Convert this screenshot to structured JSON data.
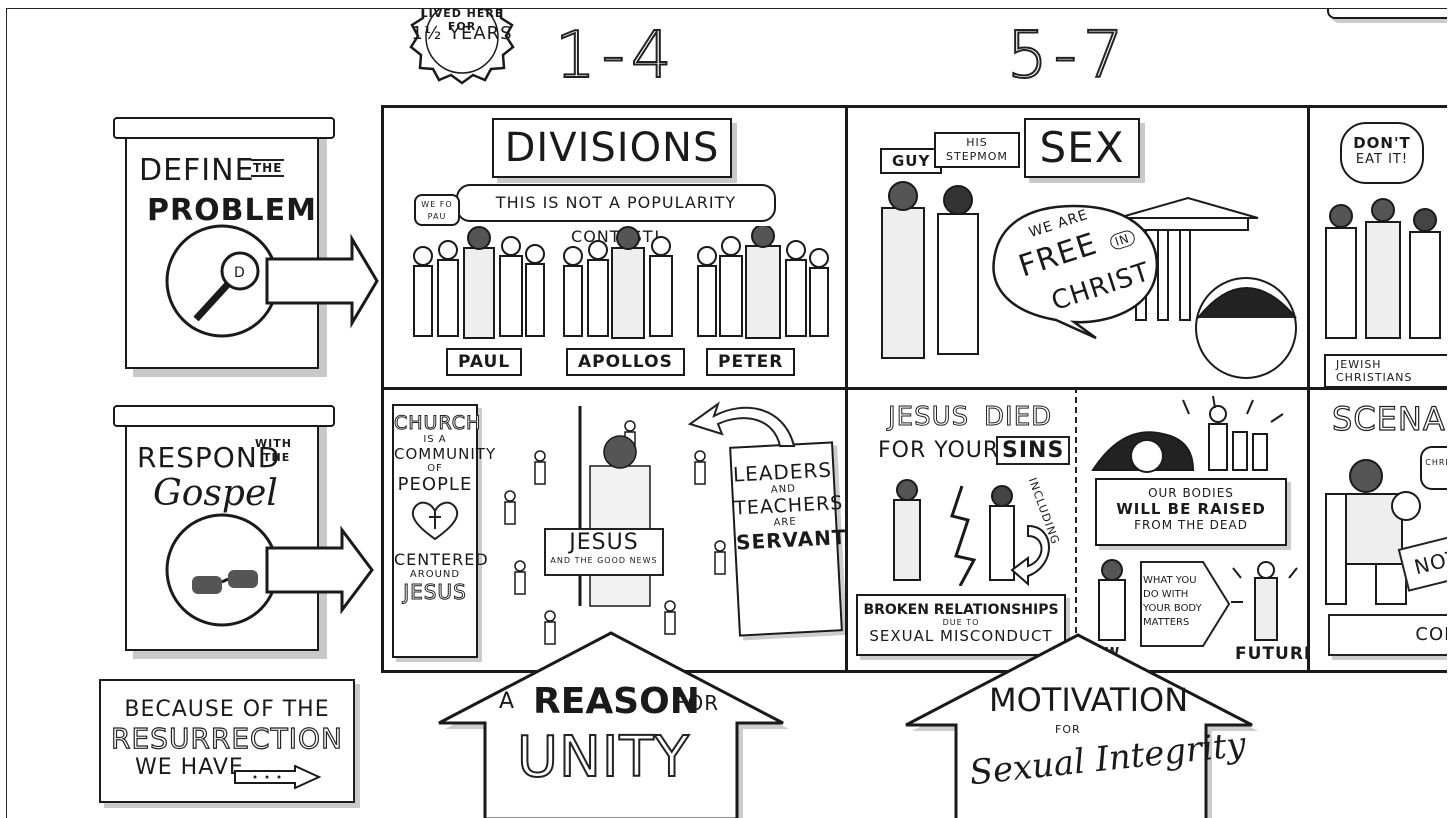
{
  "header": {
    "badge_line1": "LIVED HERE FOR",
    "badge_line2": "1½ YEARS",
    "range_a": "1-4",
    "range_b": "5-7"
  },
  "left": {
    "define": {
      "line1": "DEFINE",
      "the": "THE",
      "line2": "PROBLEM"
    },
    "respond": {
      "line1": "RESPOND",
      "with": "WITH",
      "the": "THE",
      "line2": "Gospel"
    },
    "because": {
      "line1": "BECAUSE OF THE",
      "line2": "RESURRECTION",
      "line3": "WE HAVE"
    }
  },
  "divisions": {
    "title": "DIVISIONS",
    "speech": "THIS IS NOT A POPULARITY CONTEST!",
    "small_bubble": "WE FO PAU",
    "tag_paul": "PAUL",
    "tag_apollos": "APOLLOS",
    "tag_peter": "PETER"
  },
  "sex": {
    "title": "SEX",
    "tag_guy": "GUY",
    "tag_stepmom_1": "HIS",
    "tag_stepmom_2": "STEPMOM",
    "speech_1": "WE ARE",
    "speech_2": "FREE",
    "speech_in": "IN",
    "speech_3": "CHRIST"
  },
  "jewish": {
    "bubble_1": "DON'T",
    "bubble_2": "EAT IT!",
    "tag": "JEWISH CHRISTIANS"
  },
  "church": {
    "lines": [
      "CHURCH",
      "IS A",
      "COMMUNITY",
      "OF",
      "PEOPLE",
      "CENTERED",
      "AROUND",
      "JESUS"
    ],
    "jesus_banner": "JESUS",
    "jesus_sub": "AND THE GOOD NEWS",
    "leaders": [
      "LEADERS",
      "AND",
      "TEACHERS",
      "ARE",
      "SERVANTS"
    ]
  },
  "died": {
    "line1a": "JESUS",
    "line1b": "DIED",
    "line2a": "FOR YOUR",
    "line2b": "SINS",
    "including": "INCLUDING",
    "broken": "BROKEN RELATIONSHIPS",
    "due_to": "DUE TO",
    "misconduct": "SEXUAL MISCONDUCT"
  },
  "raised": {
    "line1": "OUR BODIES",
    "line2": "WILL BE RAISED",
    "line3": "FROM THE DEAD",
    "arrow": [
      "WHAT YOU",
      "DO WITH",
      "YOUR BODY",
      "MATTERS"
    ],
    "now": "NOW",
    "future": "FUTURE"
  },
  "scenario": {
    "title": "SCENAR",
    "bubble": "CHRI LO",
    "sign": "NOT",
    "bottom": "CORE"
  },
  "houses": {
    "unity": {
      "a": "A",
      "reason": "REASON",
      "for": "FOR",
      "unity": "UNITY"
    },
    "motivation": {
      "line1": "MOTIVATION",
      "for": "FOR",
      "line2": "Sexual Integrity"
    }
  }
}
